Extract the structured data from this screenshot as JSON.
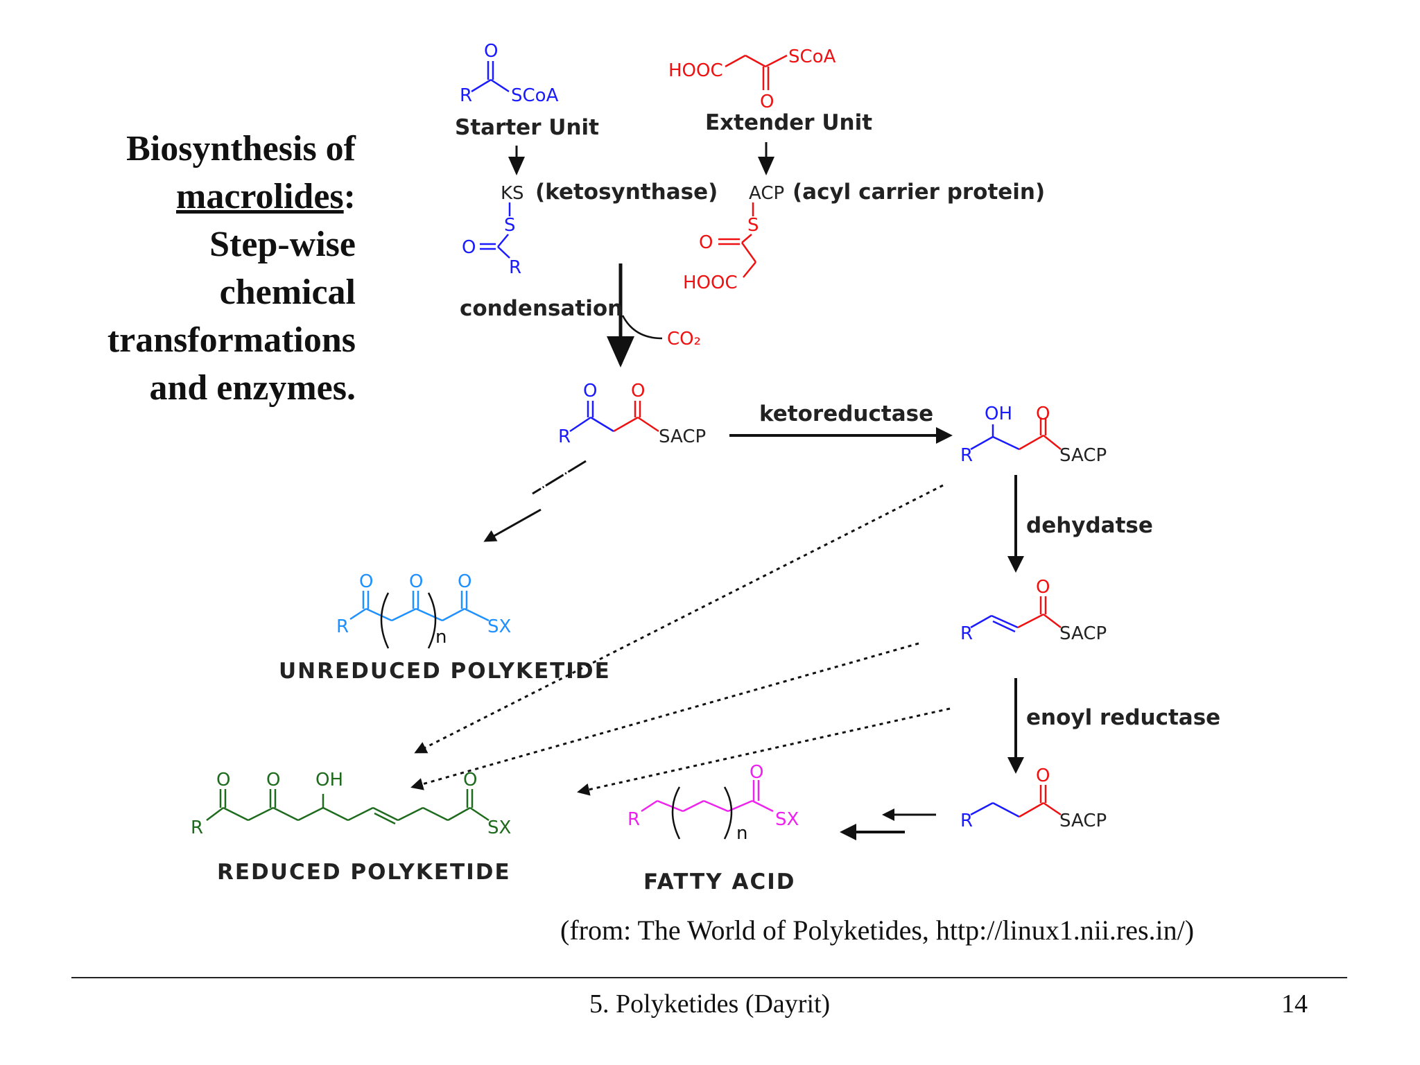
{
  "title": {
    "line1": "Biosynthesis of",
    "line2_link": "macrolides",
    "line2_suffix": ":",
    "line3": "Step-wise",
    "line4": "chemical",
    "line5": "transformations",
    "line6": "and enzymes."
  },
  "diagram": {
    "starter_unit": "Starter Unit",
    "extender_unit": "Extender Unit",
    "ks_label": "(ketosynthase)",
    "acp_label": "(acyl carrier protein)",
    "condensation": "condensation",
    "co2": "CO₂",
    "ketoreductase": "ketoreductase",
    "dehydratase": "dehydatse",
    "enoyl_reductase": "enoyl reductase",
    "unreduced": "UNREDUCED POLYKETIDE",
    "reduced": "REDUCED POLYKETIDE",
    "fatty_acid": "FATTY ACID"
  },
  "colors": {
    "starter": "#1a1aff",
    "extender": "#ee1111",
    "unreduced": "#1e90ff",
    "reduced": "#1e6b1e",
    "fatty": "#ee22ee"
  },
  "credit": "(from: The World of Polyketides, http://linux1.nii.res.in/)",
  "footer": "5. Polyketides (Dayrit)",
  "page_number": "14"
}
